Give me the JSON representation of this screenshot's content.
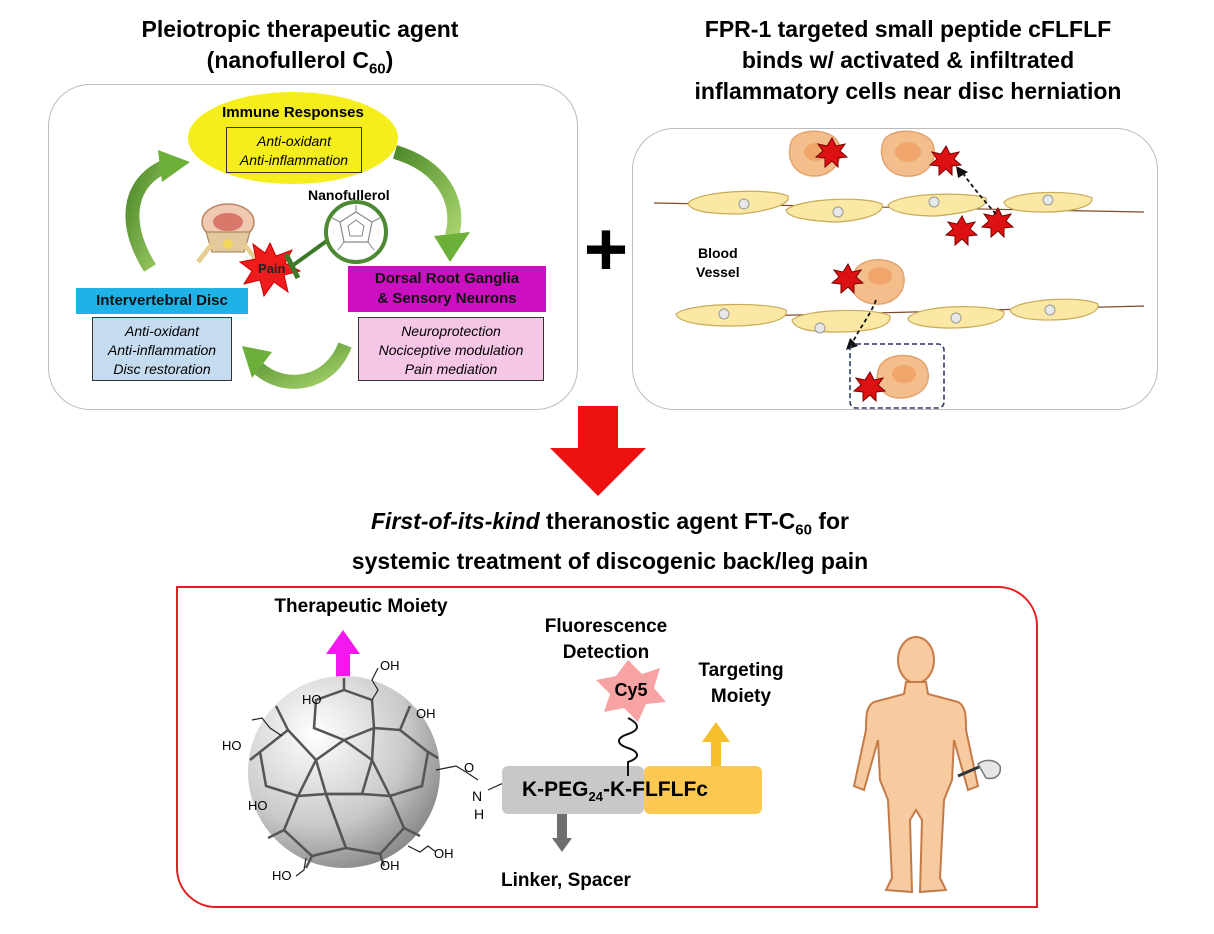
{
  "left_panel": {
    "title": "Pleiotropic therapeutic agent",
    "title_line2": "(nanofullerol C",
    "title_sub": "60",
    "title_close": ")",
    "immune": {
      "heading": "Immune Responses",
      "lines": [
        "Anti-oxidant",
        "Anti-inflammation"
      ]
    },
    "nanofullerol_label": "Nanofullerol",
    "pain_label": "Pain",
    "disc": {
      "heading": "Intervertebral Disc",
      "lines": [
        "Anti-oxidant",
        "Anti-inflammation",
        "Disc restoration"
      ]
    },
    "drg": {
      "heading_line1": "Dorsal Root Ganglia",
      "heading_line2": "& Sensory Neurons",
      "lines": [
        "Neuroprotection",
        "Nociceptive modulation",
        "Pain mediation"
      ]
    }
  },
  "plus_sign": "+",
  "right_panel": {
    "title_lines": [
      "FPR-1 targeted small peptide cFLFLF",
      "binds w/ activated & infiltrated",
      "inflammatory cells near disc herniation"
    ],
    "vessel_label_line1": "Blood",
    "vessel_label_line2": "Vessel"
  },
  "bottom": {
    "title_italic": "First-of-its-kind",
    "title_rest": " theranostic agent FT-C",
    "title_sub": "60",
    "title_end": " for",
    "title_line2": "systemic treatment of discogenic back/leg pain",
    "therapeutic_label": "Therapeutic Moiety",
    "fluorescence_line1": "Fluorescence",
    "fluorescence_line2": "Detection",
    "cy5": "Cy5",
    "targeting_line1": "Targeting",
    "targeting_line2": "Moiety",
    "linker_label": "Linker, Spacer",
    "peg_prefix": "K-PEG",
    "peg_sub": "24",
    "peg_suffix": "-K-",
    "flflf": "FLFLFc",
    "groups": {
      "ho_top": "HO",
      "oh_top": "OH",
      "oh_right": "OH",
      "ho_left": "HO",
      "ho_mid": "HO",
      "o_amide": "O",
      "n": "N",
      "h": "H",
      "oh_bot": "OH",
      "oh_bot2": "OH",
      "ho_bot": "HO"
    }
  },
  "colors": {
    "immune_yellow": "#f5ee1c",
    "disc_blue": "#1fb2e6",
    "disc_box": "#c5dbef",
    "drg_magenta": "#cc0fc0",
    "drg_box": "#f5c6e6",
    "green_arrow": "#74b840",
    "red_arrow": "#ee1111",
    "bottom_border": "#e02020",
    "therapeutic_arrow": "#f218ee",
    "targeting_arrow": "#f6be2c",
    "linker_gray": "#c8c8c8",
    "flflf_yellow": "#fbc952",
    "cy5_star": "#f7a3a3"
  }
}
